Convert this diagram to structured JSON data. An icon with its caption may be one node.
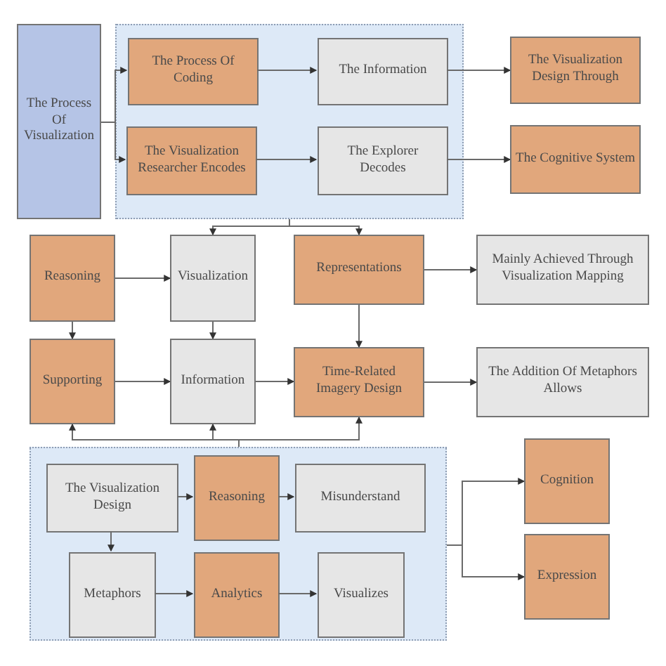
{
  "diagram": {
    "nodes": [
      {
        "text": [
          "The Process Of Visualization"
        ]
      },
      {
        "text": [],
        "shape": "box"
      },
      {
        "text": [
          "The Process Of Coding"
        ],
        "in": 1
      },
      {
        "text": [
          "The Information"
        ],
        "in": 1
      },
      {
        "text": [
          "The Visualization Researcher Encodes"
        ],
        "in": 1
      },
      {
        "text": [
          "The Explorer Decodes"
        ],
        "in": 1
      },
      {
        "text": [
          "The Visualization Design Through"
        ]
      },
      {
        "text": [
          "The Cognitive System"
        ]
      },
      {
        "text": [
          "Reasoning"
        ]
      },
      {
        "text": [
          "Visualization"
        ]
      },
      {
        "text": [
          "Representations"
        ]
      },
      {
        "text": [
          "Mainly Achieved Through Visualization Mapping"
        ]
      },
      {
        "text": [
          "Supporting"
        ]
      },
      {
        "text": [
          "Information"
        ]
      },
      {
        "text": [
          "Time-Related Imagery Design"
        ]
      },
      {
        "text": [
          "The Addition Of Metaphors Allows"
        ]
      },
      {
        "text": [],
        "shape": "box"
      },
      {
        "text": [
          "The Visualization Design"
        ],
        "in": 16
      },
      {
        "text": [
          "Reasoning"
        ],
        "in": 16
      },
      {
        "text": [
          "Misunderstand"
        ],
        "in": 16
      },
      {
        "text": [
          "Metaphors"
        ],
        "in": 16
      },
      {
        "text": [
          "Analytics"
        ],
        "in": 16
      },
      {
        "text": [
          "Visualizes"
        ],
        "in": 16
      },
      {
        "text": [
          "Cognition"
        ]
      },
      {
        "text": [
          "Expression"
        ]
      }
    ],
    "edges": [
      {
        "from": 0,
        "to": 2,
        "arrow": "to"
      },
      {
        "from": 0,
        "to": 4,
        "arrow": "to"
      },
      {
        "from": 2,
        "to": 3,
        "arrow": "to"
      },
      {
        "from": 3,
        "to": 6,
        "arrow": "to"
      },
      {
        "from": 4,
        "to": 5,
        "arrow": "to"
      },
      {
        "from": 5,
        "to": 7,
        "arrow": "to"
      },
      {
        "from": 1,
        "to": 9,
        "arrow": "to"
      },
      {
        "from": 1,
        "to": 10,
        "arrow": "to"
      },
      {
        "from": 8,
        "to": 9,
        "arrow": "to"
      },
      {
        "from": 8,
        "to": 12,
        "arrow": "to"
      },
      {
        "from": 9,
        "to": 13,
        "arrow": "to"
      },
      {
        "from": 10,
        "to": 14,
        "arrow": "to"
      },
      {
        "from": 10,
        "to": 11,
        "arrow": "to"
      },
      {
        "from": 12,
        "to": 13,
        "arrow": "to"
      },
      {
        "from": 13,
        "to": 14,
        "arrow": "to"
      },
      {
        "from": 14,
        "to": 15,
        "arrow": "to"
      },
      {
        "from": 16,
        "to": 12,
        "arrow": "to"
      },
      {
        "from": 16,
        "to": 13,
        "arrow": "to"
      },
      {
        "from": 16,
        "to": 14,
        "arrow": "to"
      },
      {
        "from": 17,
        "to": 18,
        "arrow": "to"
      },
      {
        "from": 18,
        "to": 19,
        "arrow": "to"
      },
      {
        "from": 17,
        "to": 20,
        "arrow": "to"
      },
      {
        "from": 20,
        "to": 21,
        "arrow": "to"
      },
      {
        "from": 21,
        "to": 22,
        "arrow": "to"
      },
      {
        "from": 16,
        "to": 23,
        "arrow": "to"
      },
      {
        "from": 16,
        "to": 24,
        "arrow": "to"
      }
    ]
  }
}
